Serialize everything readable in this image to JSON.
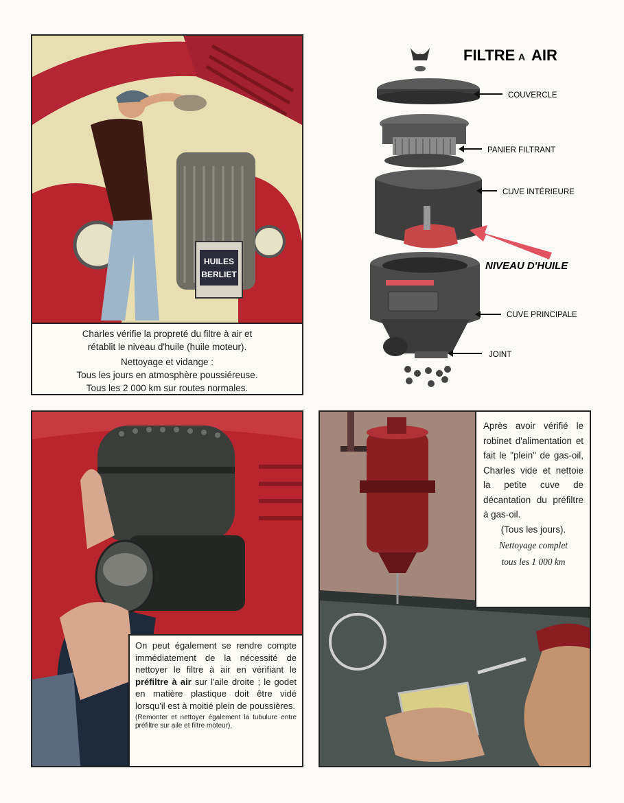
{
  "diagram": {
    "title": "FILTRE",
    "title_a": "A",
    "title_air": "AIR",
    "labels": {
      "cover": "COUVERCLE",
      "basket": "PANIER FILTRANT",
      "inner_tank": "CUVE INTÉRIEURE",
      "oil_level": "NIVEAU D'HUILE",
      "main_tank": "CUVE PRINCIPALE",
      "joint": "JOINT"
    },
    "colors": {
      "arrow": "#e0535f",
      "oil": "#c6474a",
      "metal": "#4a4a4a"
    }
  },
  "panel1": {
    "can_line1": "HUILES",
    "can_line2": "BERLIET",
    "caption_line1": "Charles vérifie la propreté du filtre à air et",
    "caption_line2": "rétablit le niveau d'huile (huile moteur).",
    "caption_line3": "Nettoyage et vidange :",
    "caption_line4": "Tous les jours en atmosphère poussiéreuse.",
    "caption_line5": "Tous les 2 000 km sur routes normales."
  },
  "panel3": {
    "text_before": "On peut également se rendre compte immédiatement de la nécessité de nettoyer le filtre à air en vérifiant le",
    "text_bold": "préfiltre à air",
    "text_after": "sur l'aile droite ; le godet en matière plastique doit être vidé lorsqu'il est à moitié plein de poussières.",
    "small_note": "(Remonter et nettoyer également la tubulure entre préfiltre sur aile et filtre moteur)."
  },
  "panel4": {
    "text": "Après avoir vérifié le robinet d'alimentation et fait le \"plein\" de gas-oil, Charles vide et nettoie la petite cuve de décantation du préfiltre à gas-oil.",
    "daily": "(Tous les jours).",
    "italic_line1": "Nettoyage complet",
    "italic_line2": "tous les 1 000 km"
  }
}
